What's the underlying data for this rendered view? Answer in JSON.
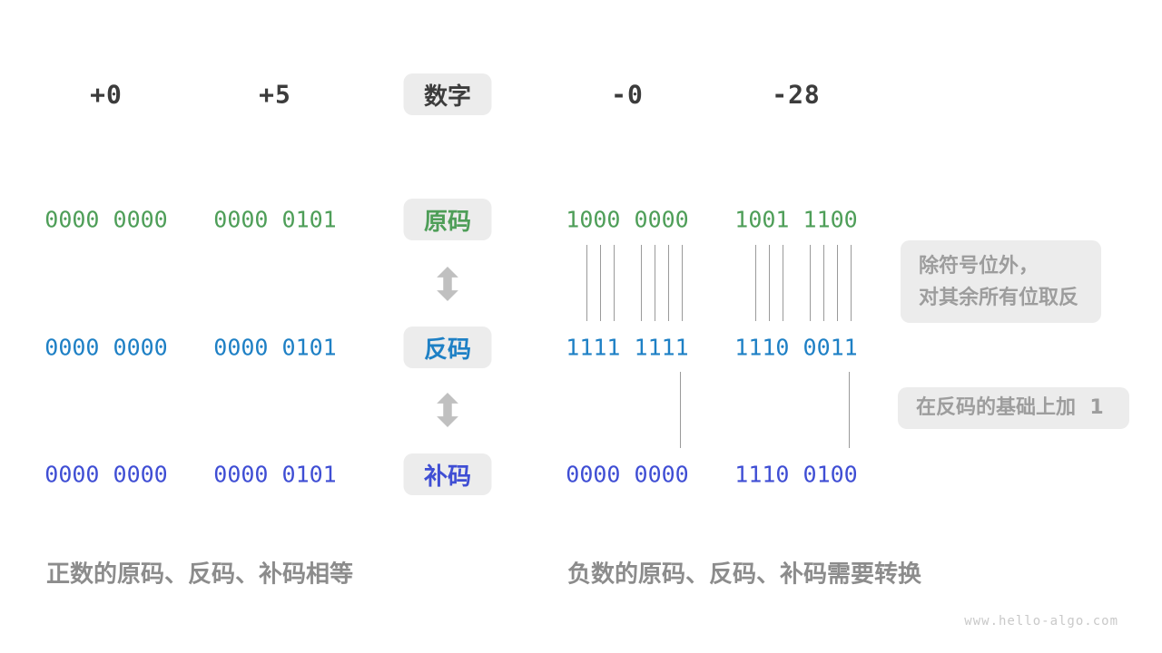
{
  "palette": {
    "sign_magnitude_green": "#4e9e58",
    "ones_complement_blue": "#1e80c5",
    "twos_complement_indigo": "#3f4ed4",
    "chip_background_grey": "#ececec",
    "annotation_text_grey": "#9d9d9d",
    "caption_grey": "#8c8c8c",
    "header_dark": "#3c3c3c"
  },
  "header": {
    "plus_zero": "+0",
    "plus_five": "+5",
    "digit_label": "数字",
    "minus_zero": "-0",
    "minus_twenty_eight": "-28"
  },
  "rows": {
    "sign_magnitude": {
      "label": "原码",
      "values": [
        "0000 0000",
        "0000 0101",
        "1000 0000",
        "1001 1100"
      ]
    },
    "ones_complement": {
      "label": "反码",
      "values": [
        "0000 0000",
        "0000 0101",
        "1111 1111",
        "1110 0011"
      ]
    },
    "twos_complement": {
      "label": "补码",
      "values": [
        "0000 0000",
        "0000 0101",
        "0000 0000",
        "1110 0100"
      ]
    }
  },
  "annotations": {
    "invert_line1": "除符号位外，",
    "invert_line2": "对其余所有位取反",
    "add_one": "在反码的基础上加  1"
  },
  "captions": {
    "positive": "正数的原码、反码、补码相等",
    "negative": "负数的原码、反码、补码需要转换"
  },
  "watermark": "www.hello-algo.com"
}
